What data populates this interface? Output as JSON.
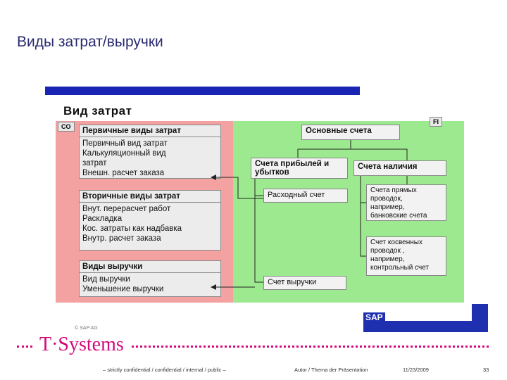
{
  "slide": {
    "title": "Виды затрат/выручки"
  },
  "diagram": {
    "heading": "Вид затрат",
    "co_tag": "CO",
    "fi_tag": "FI",
    "co_boxes": [
      {
        "title": "Первичные виды затрат",
        "lines": [
          "Первичный вид затрат",
          "Калькуляционный вид",
          "затрат",
          "Внешн. расчет заказа"
        ]
      },
      {
        "title": "Вторичные виды затрат",
        "lines": [
          "Внут. перерасчет работ",
          "Раскладка",
          "Кос. затраты как надбавка",
          "Внутр. расчет заказа"
        ]
      },
      {
        "title": "Виды выручки",
        "lines": [
          "Вид выручки",
          "Уменьшение выручки"
        ]
      }
    ],
    "fi": {
      "main_accounts": "Основные счета",
      "pl_accounts": "Счета прибылей и убытков",
      "cash_accounts": "Счета наличия",
      "expense_account": "Расходный счет",
      "revenue_account": "Счет выручки",
      "direct_postings": [
        "Счета прямых",
        "проводок,",
        "например,",
        "банковские счета"
      ],
      "indirect_postings": [
        "Счет косвенных",
        "проводок ,",
        "например,",
        "контрольный счет"
      ]
    }
  },
  "logo": {
    "sap": "SAP"
  },
  "footer": {
    "copyright": "© SAP AG",
    "brand": "T·Systems",
    "confidentiality": "– strictly confidential / confidential / internal / public –",
    "author": "Autor / Thema der Präsentation",
    "date": "11/23/2009",
    "page": "33"
  }
}
